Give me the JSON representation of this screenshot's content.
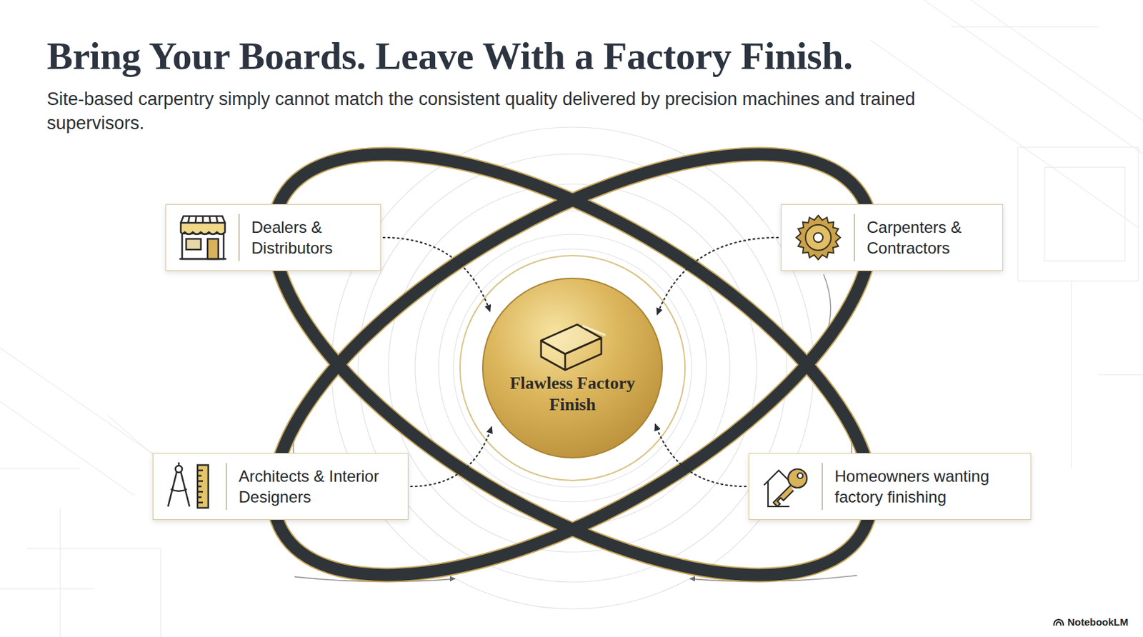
{
  "diagram": {
    "title": "Bring Your Boards. Leave With a Factory Finish.",
    "caption": "Site-based carpentry simply cannot match the consistent quality delivered by precision machines and trained supervisors.",
    "nodes": [
      {
        "text": [
          "Dealers & Distributors"
        ]
      },
      {
        "text": [
          "Carpenters & Contractors"
        ]
      },
      {
        "text": [
          "Flawless Factory Finish"
        ]
      },
      {
        "text": [
          "Architects & Interior Designers"
        ]
      },
      {
        "text": [
          "Homeowners wanting factory finishing"
        ]
      }
    ],
    "edges": [
      {
        "from": 0,
        "to": 2,
        "arrow": "to"
      },
      {
        "from": 1,
        "to": 2,
        "arrow": "to"
      },
      {
        "from": 3,
        "to": 2,
        "arrow": "to"
      },
      {
        "from": 4,
        "to": 2,
        "arrow": "to"
      }
    ],
    "labels": [
      "NotebookLM"
    ]
  }
}
